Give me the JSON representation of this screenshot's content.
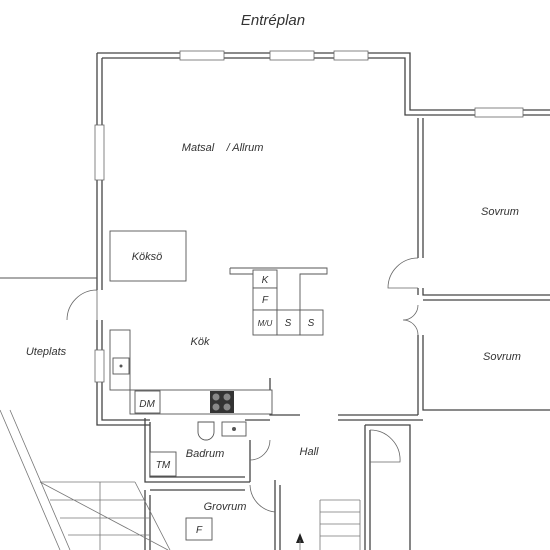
{
  "title": "Entréplan",
  "rooms": {
    "matsal": "Matsal",
    "allrum": "/ Allrum",
    "bedroom_1": "Sovrum",
    "bedroom_2": "Sovrum",
    "kitchen_island": "Köksö",
    "kitchen": "Kök",
    "patio": "Uteplats",
    "bathroom": "Badrum",
    "hall": "Hall",
    "utility": "Grovrum"
  },
  "fixtures": {
    "fridge": "K",
    "freezer": "F",
    "microwave_oven": "M/U",
    "cabinet_1": "S",
    "cabinet_2": "S",
    "dishwasher": "DM",
    "washing_machine": "TM",
    "dryer": "F"
  },
  "colors": {
    "wall": "#444444",
    "background": "#ffffff",
    "cooktop": "#333333"
  }
}
